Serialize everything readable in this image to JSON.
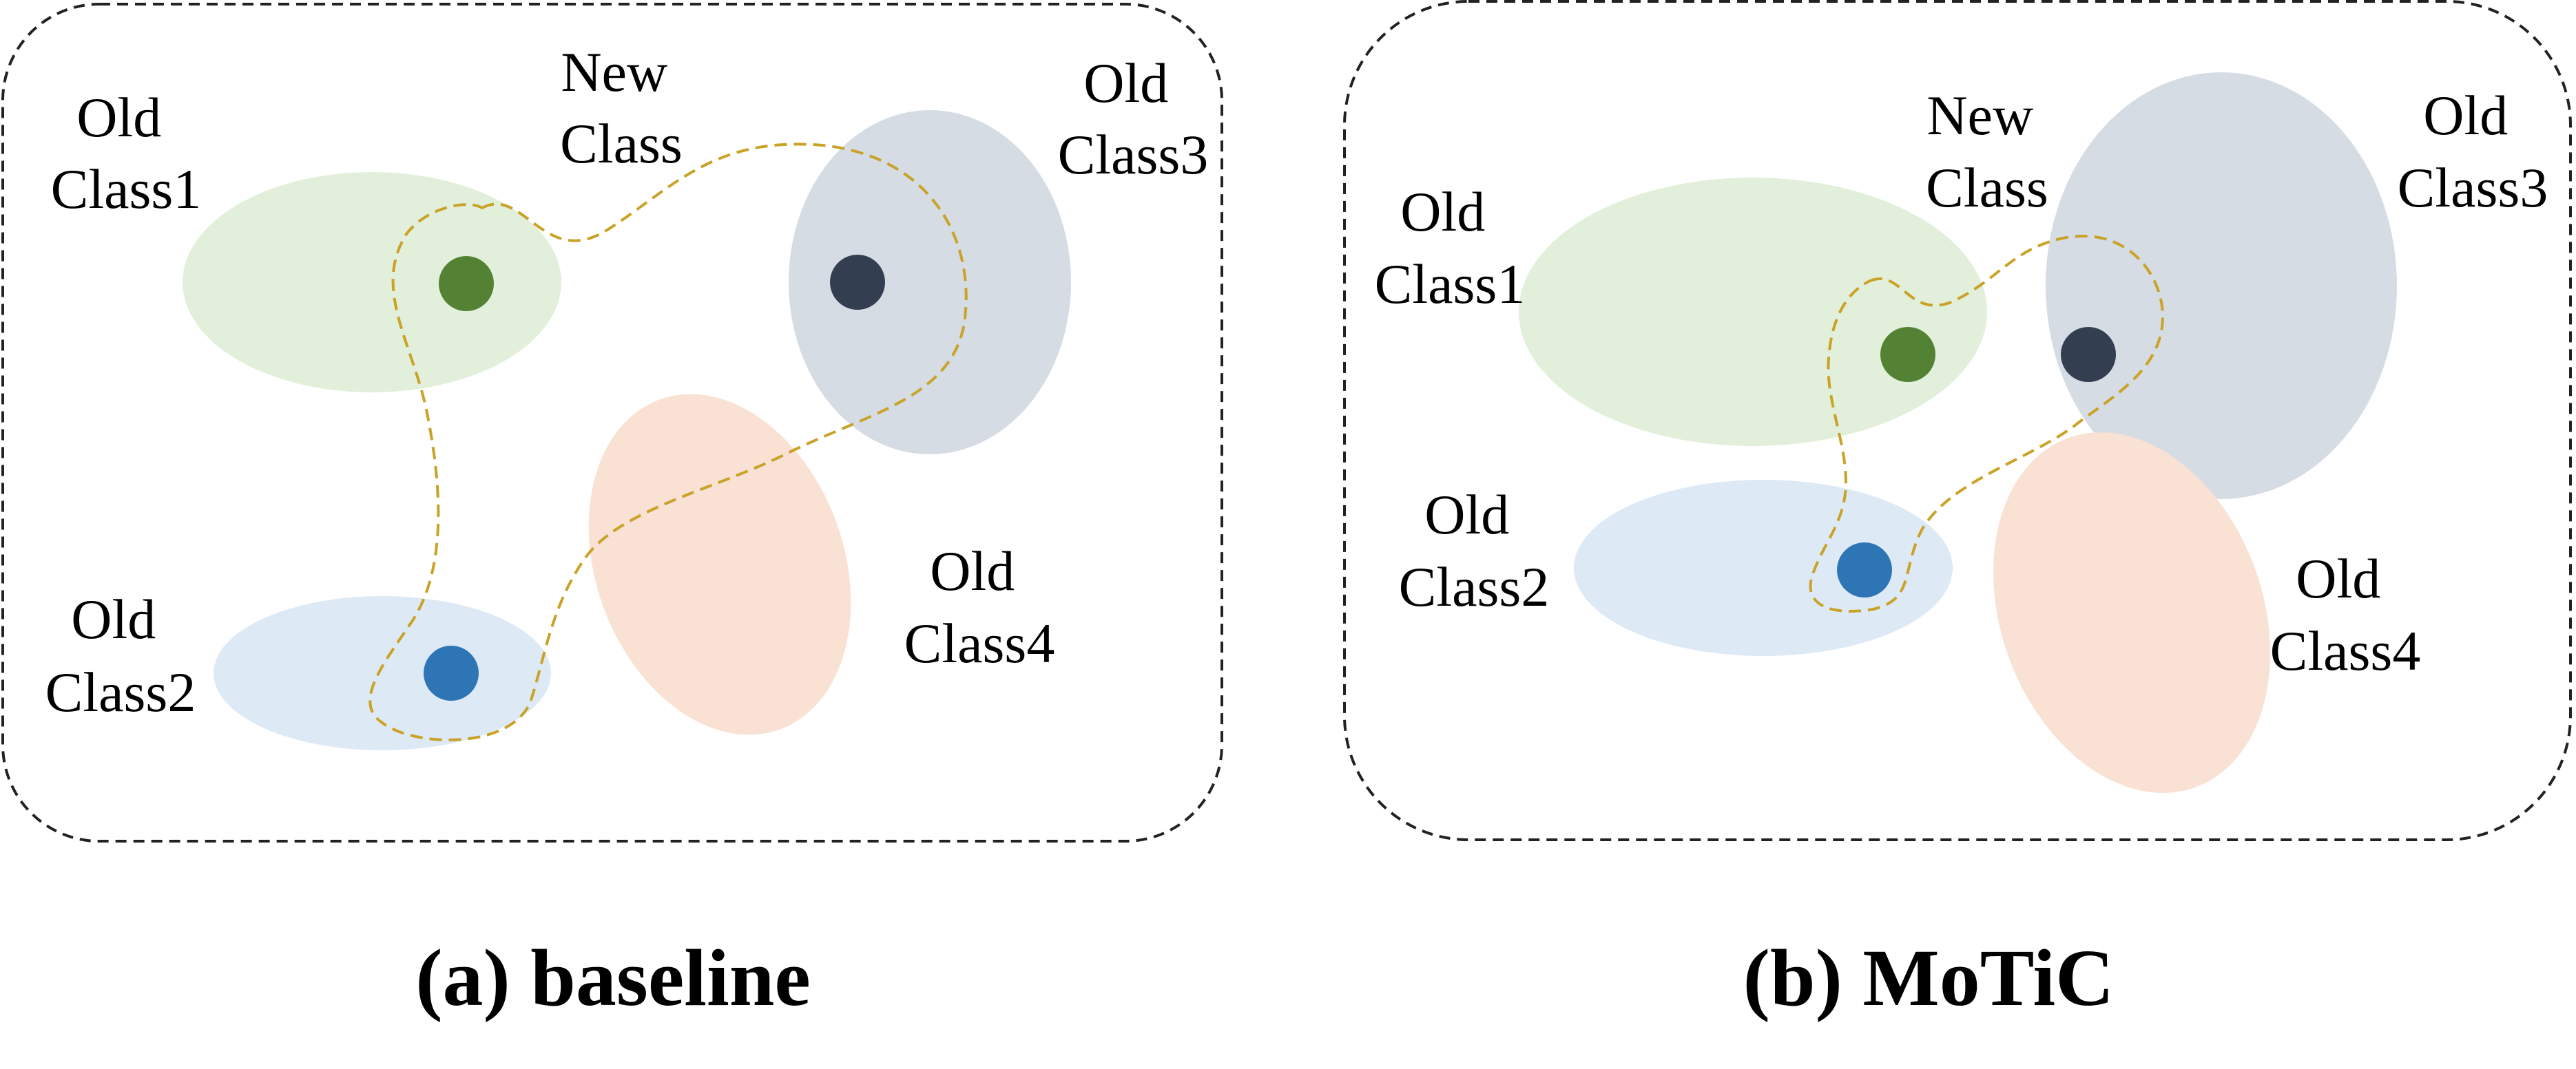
{
  "colors": {
    "class1_region": "#e2efda",
    "class2_region": "#dde9f5",
    "class3_region": "#d6dce4",
    "class4_region": "#f9e1d4",
    "class1_dot": "#548235",
    "class2_dot": "#2e75b6",
    "class3_dot": "#333f50",
    "new_class_boundary": "#c9a227",
    "frame": "#222222"
  },
  "panels": [
    {
      "caption": "(a) baseline",
      "labels": {
        "old_class1": [
          "Old",
          "Class1"
        ],
        "old_class2": [
          "Old",
          "Class2"
        ],
        "old_class3": [
          "Old",
          "Class3"
        ],
        "old_class4": [
          "Old",
          "Class4"
        ],
        "new_class": [
          "New",
          "Class"
        ]
      }
    },
    {
      "caption": "(b) MoTiC",
      "labels": {
        "old_class1": [
          "Old",
          "Class1"
        ],
        "old_class2": [
          "Old",
          "Class2"
        ],
        "old_class3": [
          "Old",
          "Class3"
        ],
        "old_class4": [
          "Old",
          "Class4"
        ],
        "new_class": [
          "New",
          "Class"
        ]
      }
    }
  ]
}
